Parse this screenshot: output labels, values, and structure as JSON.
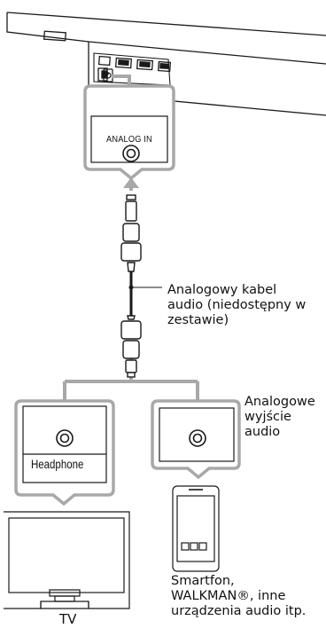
{
  "labels": {
    "analog_in": "ANALOG IN",
    "cable": [
      "Analogowy kabel",
      "audio (niedostępny w",
      "zestawie)"
    ],
    "audio_output": [
      "Analogowe",
      "wyjście",
      "audio"
    ],
    "headphone": "Headphone",
    "smartphone": [
      "Smartfon,",
      "WALKMAN®, inne",
      "urządzenia audio itp."
    ],
    "tv": "TV"
  },
  "colors": {
    "cable_gray": "#a8a8a8",
    "line": "#1a1a1a",
    "background": "#ffffff"
  },
  "icons": [
    "soundbar",
    "analog-in-jack",
    "audio-cable",
    "headphone-jack",
    "audio-output-jack",
    "tv",
    "smartphone"
  ]
}
